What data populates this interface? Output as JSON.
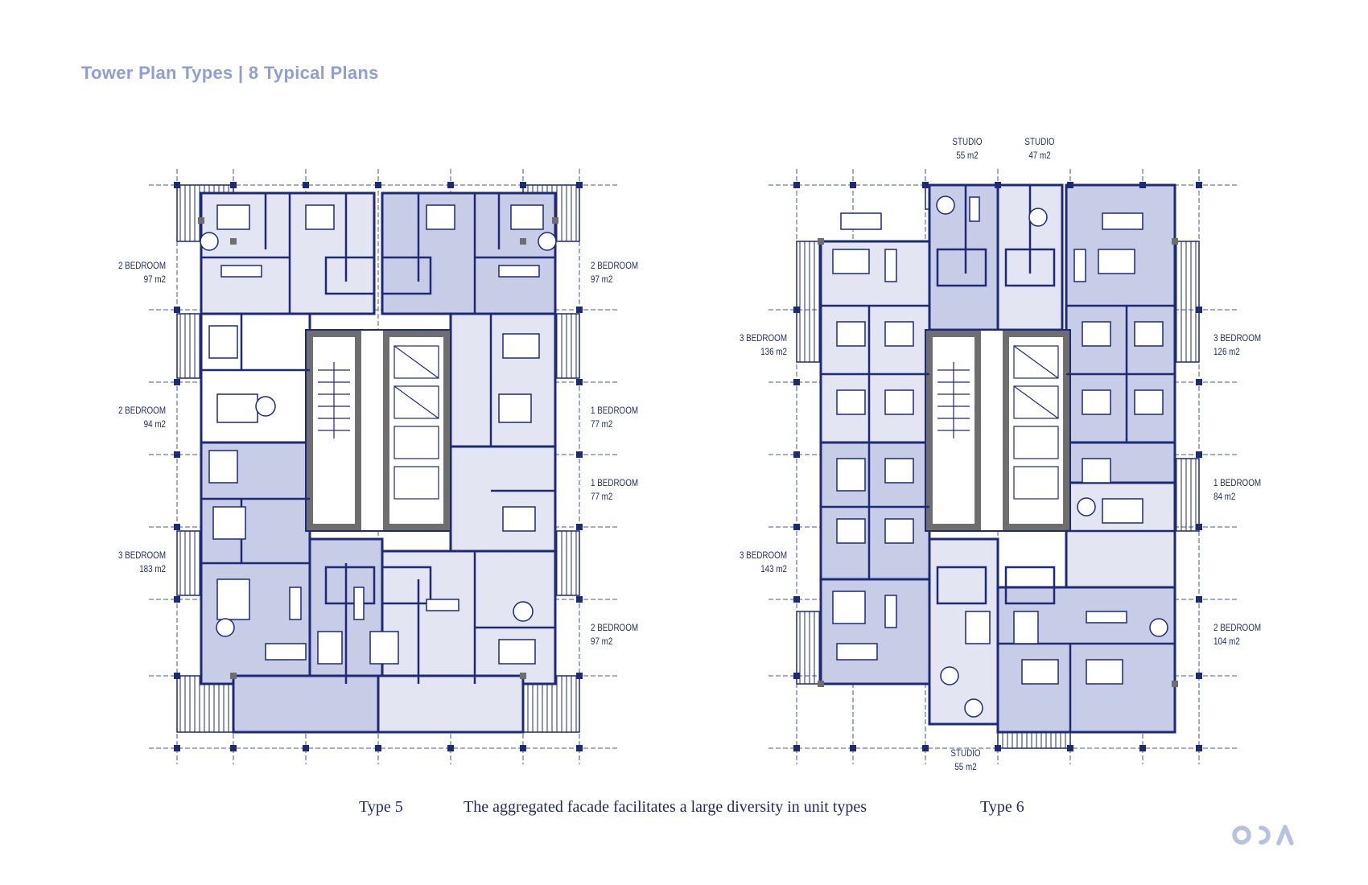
{
  "title": "Tower Plan Types | 8 Typical Plans",
  "colors": {
    "title": "#8f9fcf",
    "ink": "#1c2a78",
    "unit_fill_light": "#e3e6f2",
    "unit_fill_dark": "#c7cde6",
    "core": "#6e6e6e",
    "logo": "#b7c2e0"
  },
  "plan_type5": {
    "caption": "Type 5",
    "units": [
      {
        "type": "2 BEDROOM",
        "area": "97 m2"
      },
      {
        "type": "2 BEDROOM",
        "area": "97 m2"
      },
      {
        "type": "2 BEDROOM",
        "area": "94 m2"
      },
      {
        "type": "1 BEDROOM",
        "area": "77 m2"
      },
      {
        "type": "1 BEDROOM",
        "area": "77 m2"
      },
      {
        "type": "3 BEDROOM",
        "area": "183 m2"
      },
      {
        "type": "2 BEDROOM",
        "area": "97 m2"
      }
    ]
  },
  "plan_type6": {
    "caption": "Type 6",
    "units": [
      {
        "type": "STUDIO",
        "area": "55 m2"
      },
      {
        "type": "STUDIO",
        "area": "47 m2"
      },
      {
        "type": "3 BEDROOM",
        "area": "136 m2"
      },
      {
        "type": "3 BEDROOM",
        "area": "126 m2"
      },
      {
        "type": "1 BEDROOM",
        "area": "84 m2"
      },
      {
        "type": "3 BEDROOM",
        "area": "143 m2"
      },
      {
        "type": "2 BEDROOM",
        "area": "104 m2"
      },
      {
        "type": "STUDIO",
        "area": "55 m2"
      }
    ]
  },
  "caption_center": "The aggregated facade facilitates a large diversity in unit types",
  "logo": {
    "text": "ODA",
    "icon": "oda-logo-icon"
  }
}
